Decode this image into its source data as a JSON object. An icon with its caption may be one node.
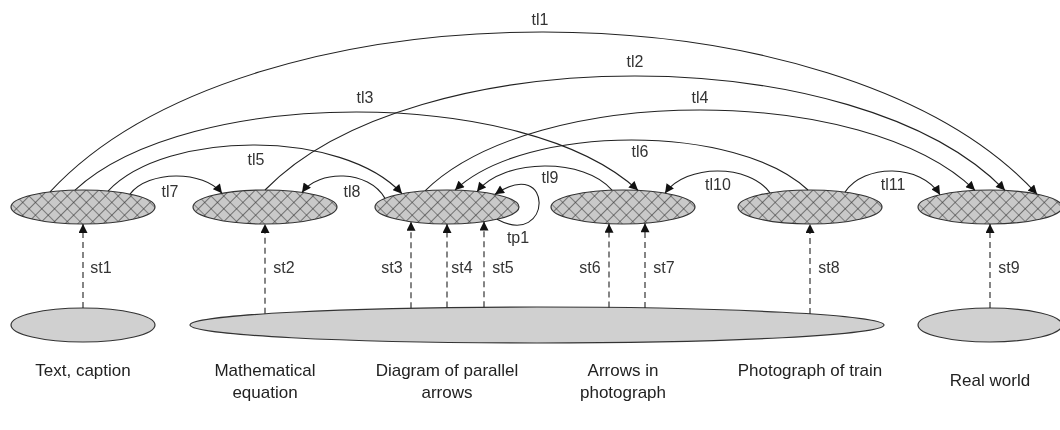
{
  "diagram": {
    "nodes": [
      {
        "text": [],
        "shape": "ellipse"
      },
      {
        "text": [],
        "shape": "ellipse"
      },
      {
        "text": [],
        "shape": "ellipse"
      },
      {
        "text": [],
        "shape": "ellipse"
      },
      {
        "text": [],
        "shape": "ellipse"
      },
      {
        "text": [],
        "shape": "ellipse"
      },
      {
        "text": [],
        "shape": "ellipse"
      },
      {
        "text": [],
        "shape": "ellipse"
      },
      {
        "text": [],
        "shape": "ellipse"
      }
    ],
    "edges": [
      {
        "from": 0,
        "to": 5,
        "arrow": "to",
        "label": "tl1"
      },
      {
        "from": 1,
        "to": 5,
        "arrow": "to",
        "label": "tl2"
      },
      {
        "from": 0,
        "to": 3,
        "arrow": "to",
        "label": "tl3"
      },
      {
        "from": 2,
        "to": 5,
        "arrow": "to",
        "label": "tl4"
      },
      {
        "from": 0,
        "to": 2,
        "arrow": "to",
        "label": "tl5"
      },
      {
        "from": 4,
        "to": 2,
        "arrow": "to",
        "label": "tl6"
      },
      {
        "from": 0,
        "to": 1,
        "arrow": "to",
        "label": "tl7"
      },
      {
        "from": 2,
        "to": 1,
        "arrow": "to",
        "label": "tl8"
      },
      {
        "from": 3,
        "to": 2,
        "arrow": "to",
        "label": "tl9"
      },
      {
        "from": 4,
        "to": 3,
        "arrow": "to",
        "label": "tl10"
      },
      {
        "from": 4,
        "to": 5,
        "arrow": "to",
        "label": "tl11"
      },
      {
        "from": 2,
        "to": 2,
        "arrow": "to",
        "label": "tp1"
      },
      {
        "from": 6,
        "to": 0,
        "arrow": "to",
        "label": "st1",
        "style": "dashed"
      },
      {
        "from": 7,
        "to": 1,
        "arrow": "to",
        "label": "st2",
        "style": "dashed"
      },
      {
        "from": 7,
        "to": 2,
        "arrow": "to",
        "label": "st3",
        "style": "dashed"
      },
      {
        "from": 7,
        "to": 2,
        "arrow": "to",
        "label": "st4",
        "style": "dashed"
      },
      {
        "from": 7,
        "to": 2,
        "arrow": "to",
        "label": "st5",
        "style": "dashed"
      },
      {
        "from": 7,
        "to": 3,
        "arrow": "to",
        "label": "st6",
        "style": "dashed"
      },
      {
        "from": 7,
        "to": 3,
        "arrow": "to",
        "label": "st7",
        "style": "dashed"
      },
      {
        "from": 7,
        "to": 4,
        "arrow": "to",
        "label": "st8",
        "style": "dashed"
      },
      {
        "from": 8,
        "to": 5,
        "arrow": "to",
        "label": "st9",
        "style": "dashed"
      }
    ],
    "labels": [
      "Text, caption",
      "Mathematical equation",
      "Diagram of parallel arrows",
      "Arrows in photograph",
      "Photograph of train",
      "Real world"
    ]
  }
}
